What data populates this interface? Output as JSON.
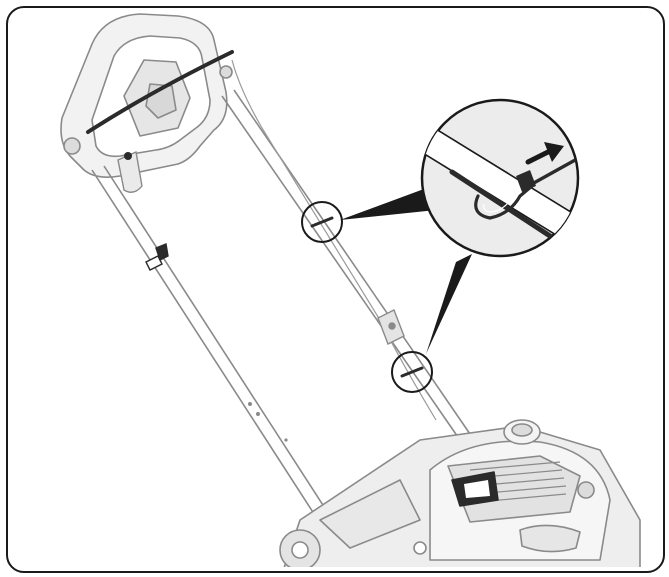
{
  "figure": {
    "kind": "line-art assembly illustration",
    "description_icon": "lawn-mower-handle-cable-tie-icon",
    "colors": {
      "frame": "#1a1a1a",
      "line": "#8a8a8a",
      "dark": "#2b2b2b",
      "fill_light": "#ececec",
      "fill_mid": "#d6d6d6"
    },
    "callouts": [
      {
        "name": "upper-cable-tie-callout",
        "icon": "cable-tie-icon"
      },
      {
        "name": "lower-cable-tie-callout",
        "icon": "cable-tie-icon"
      }
    ],
    "detail": {
      "name": "cable-tie-detail-magnifier",
      "arrow_icon": "pull-direction-arrow-icon"
    }
  }
}
